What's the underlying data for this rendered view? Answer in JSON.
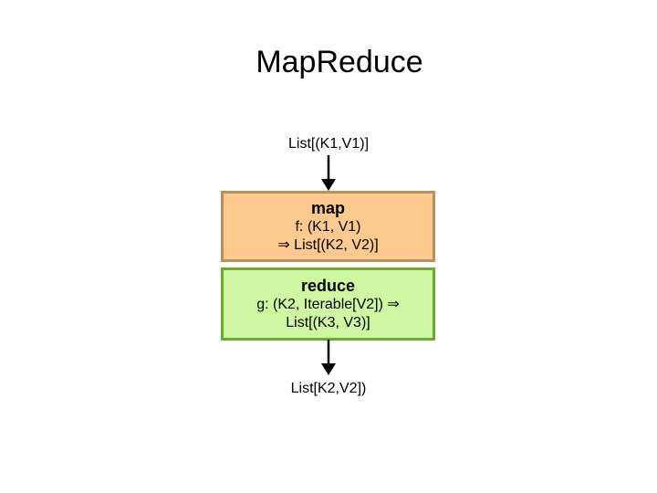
{
  "slide": {
    "title": "MapReduce"
  },
  "diagram": {
    "input_label": "List[(K1,V1)]",
    "map_box": {
      "heading": "map",
      "line1": "f: (K1, V1)",
      "line2": "⇒ List[(K2, V2)]"
    },
    "reduce_box": {
      "heading": "reduce",
      "line1": "g: (K2, Iterable[V2]) ⇒",
      "line2": "List[(K3, V3)]"
    },
    "output_label": "List[K2,V2])"
  },
  "colors": {
    "background": "#FFFFFF",
    "text": "#000000",
    "map_fill": "#FCC98E",
    "map_border": "#B69060",
    "reduce_fill": "#CFF6A2",
    "reduce_border": "#68AB2F",
    "arrow": "#000000"
  }
}
